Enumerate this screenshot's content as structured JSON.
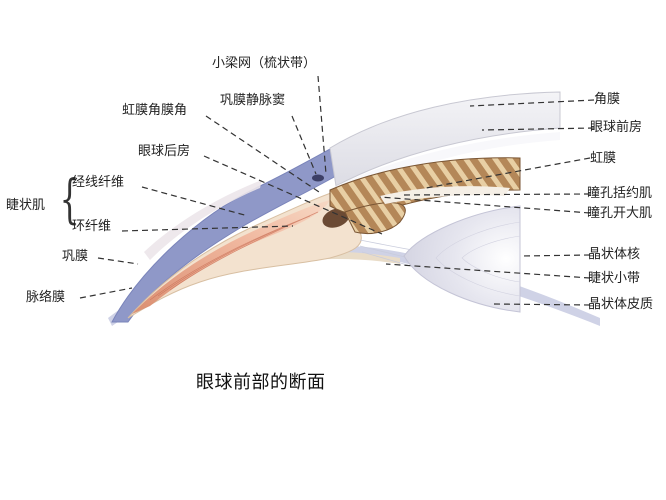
{
  "diagram": {
    "title": "眼球前部的断面",
    "left_labels": {
      "trabecular_meshwork": "小梁网（梳状带）",
      "scleral_venous_sinus": "巩膜静脉窦",
      "iridocorneal_angle": "虹膜角膜角",
      "posterior_chamber": "眼球后房",
      "ciliary_muscle": "睫状肌",
      "meridional_fibers": "经线纤维",
      "circular_fibers": "环纤维",
      "sclera": "巩膜",
      "choroid": "脉络膜"
    },
    "right_labels": {
      "cornea": "角膜",
      "anterior_chamber": "眼球前房",
      "iris": "虹膜",
      "sphincter_pupillae": "瞳孔括约肌",
      "dilator_pupillae": "瞳孔开大肌",
      "lens_nucleus": "晶状体核",
      "ciliary_zonule": "睫状小带",
      "lens_cortex": "晶状体皮质"
    },
    "colors": {
      "sclera": "#8f98c8",
      "ciliary_muscle": "#e8a98e",
      "ciliary_body": "#f3e2cf",
      "iris": "#a47a4e",
      "cornea": "#eeeef2",
      "lens": "#e4e4ee",
      "leader_line": "#333333"
    }
  }
}
